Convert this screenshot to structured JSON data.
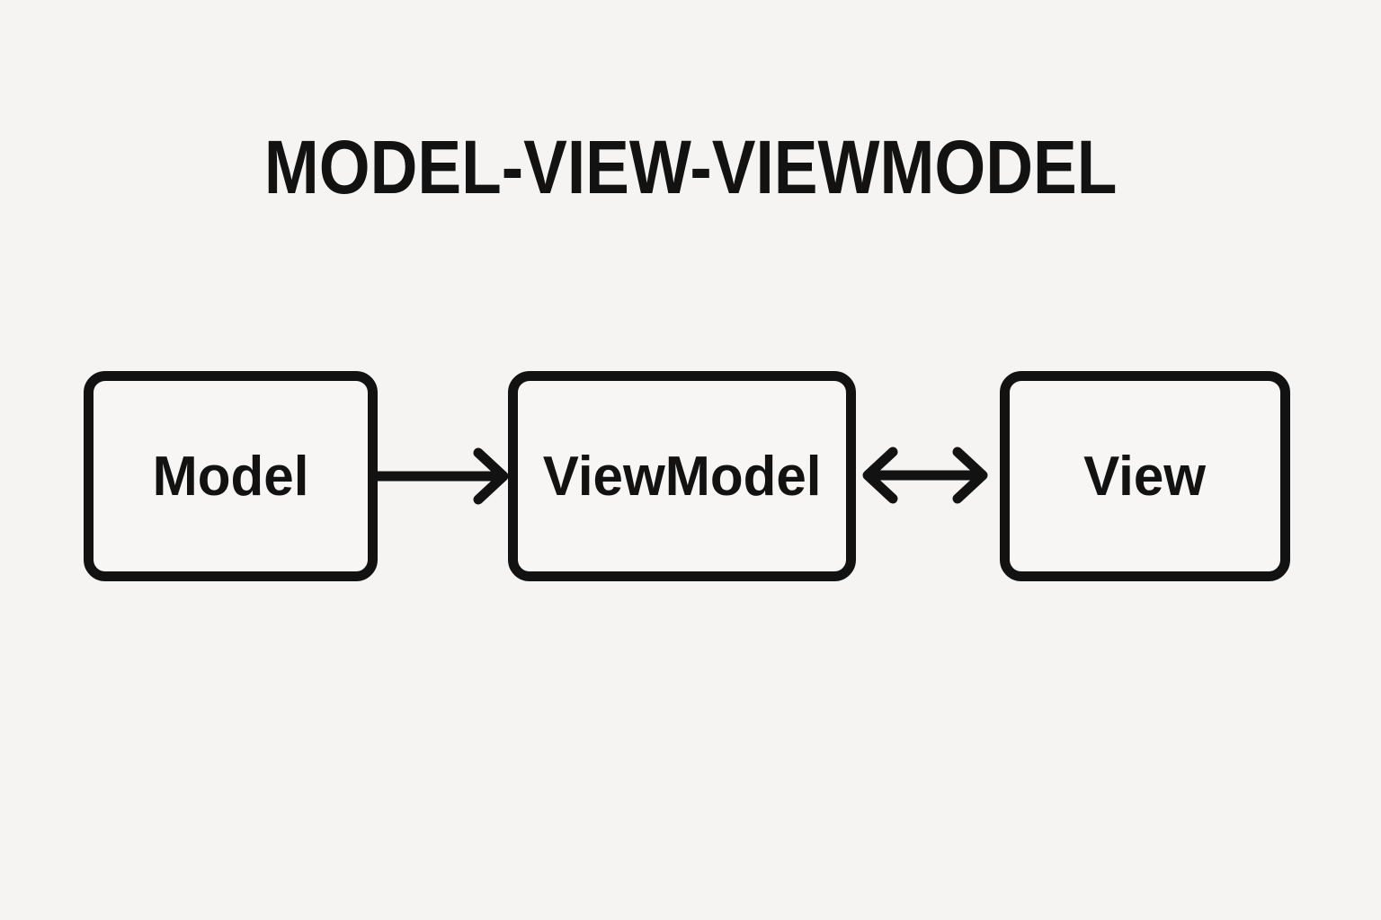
{
  "canvas": {
    "background_color": "#f5f4f2",
    "ink_color": "#121212"
  },
  "diagram": {
    "title": "MODEL-VIEW-VIEWMODEL",
    "nodes": [
      {
        "label": "Model"
      },
      {
        "label": "ViewModel"
      },
      {
        "label": "View"
      }
    ],
    "connections": [
      {
        "from": "Model",
        "to": "ViewModel",
        "type": "one-way",
        "glyph": "→"
      },
      {
        "from": "ViewModel",
        "to": "View",
        "type": "two-way",
        "glyph": "↔"
      }
    ]
  }
}
